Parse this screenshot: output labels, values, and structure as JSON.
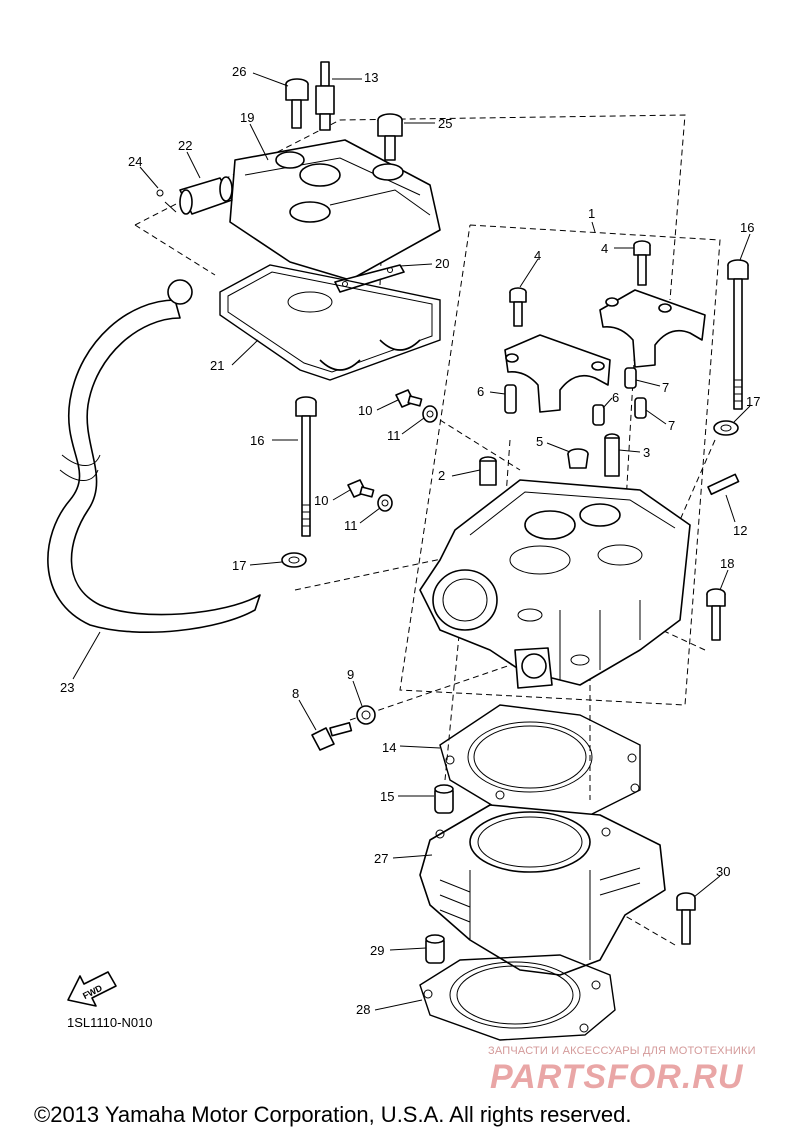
{
  "callouts": [
    "1",
    "2",
    "3",
    "4",
    "4",
    "5",
    "6",
    "6",
    "7",
    "7",
    "8",
    "9",
    "10",
    "10",
    "11",
    "11",
    "12",
    "13",
    "14",
    "15",
    "16",
    "16",
    "17",
    "17",
    "18",
    "19",
    "20",
    "21",
    "22",
    "23",
    "24",
    "25",
    "26",
    "27",
    "28",
    "29",
    "30"
  ],
  "fwd_label": "FWD",
  "diagram_code": "1SL1110-N010",
  "watermark": {
    "tagline": "ЗАПЧАСТИ И АКСЕССУАРЫ ДЛЯ МОТОТЕХНИКИ",
    "logo": "PARTSFOR.RU"
  },
  "copyright": "©2013 Yamaha Motor Corporation, U.S.A. All rights reserved."
}
